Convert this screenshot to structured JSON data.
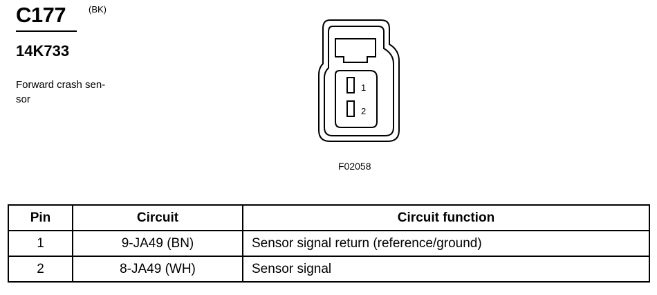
{
  "header": {
    "connector_id": "C177",
    "connector_color": "(BK)",
    "part_number": "14K733",
    "description": "Forward crash sen-\nsor"
  },
  "diagram": {
    "pin_labels": [
      "1",
      "2"
    ],
    "figure_code": "F02058"
  },
  "table": {
    "columns": [
      "Pin",
      "Circuit",
      "Circuit function"
    ],
    "rows": [
      {
        "pin": "1",
        "circuit": "9-JA49 (BN)",
        "function": "Sensor signal return (reference/ground)"
      },
      {
        "pin": "2",
        "circuit": "8-JA49 (WH)",
        "function": "Sensor signal"
      }
    ]
  }
}
